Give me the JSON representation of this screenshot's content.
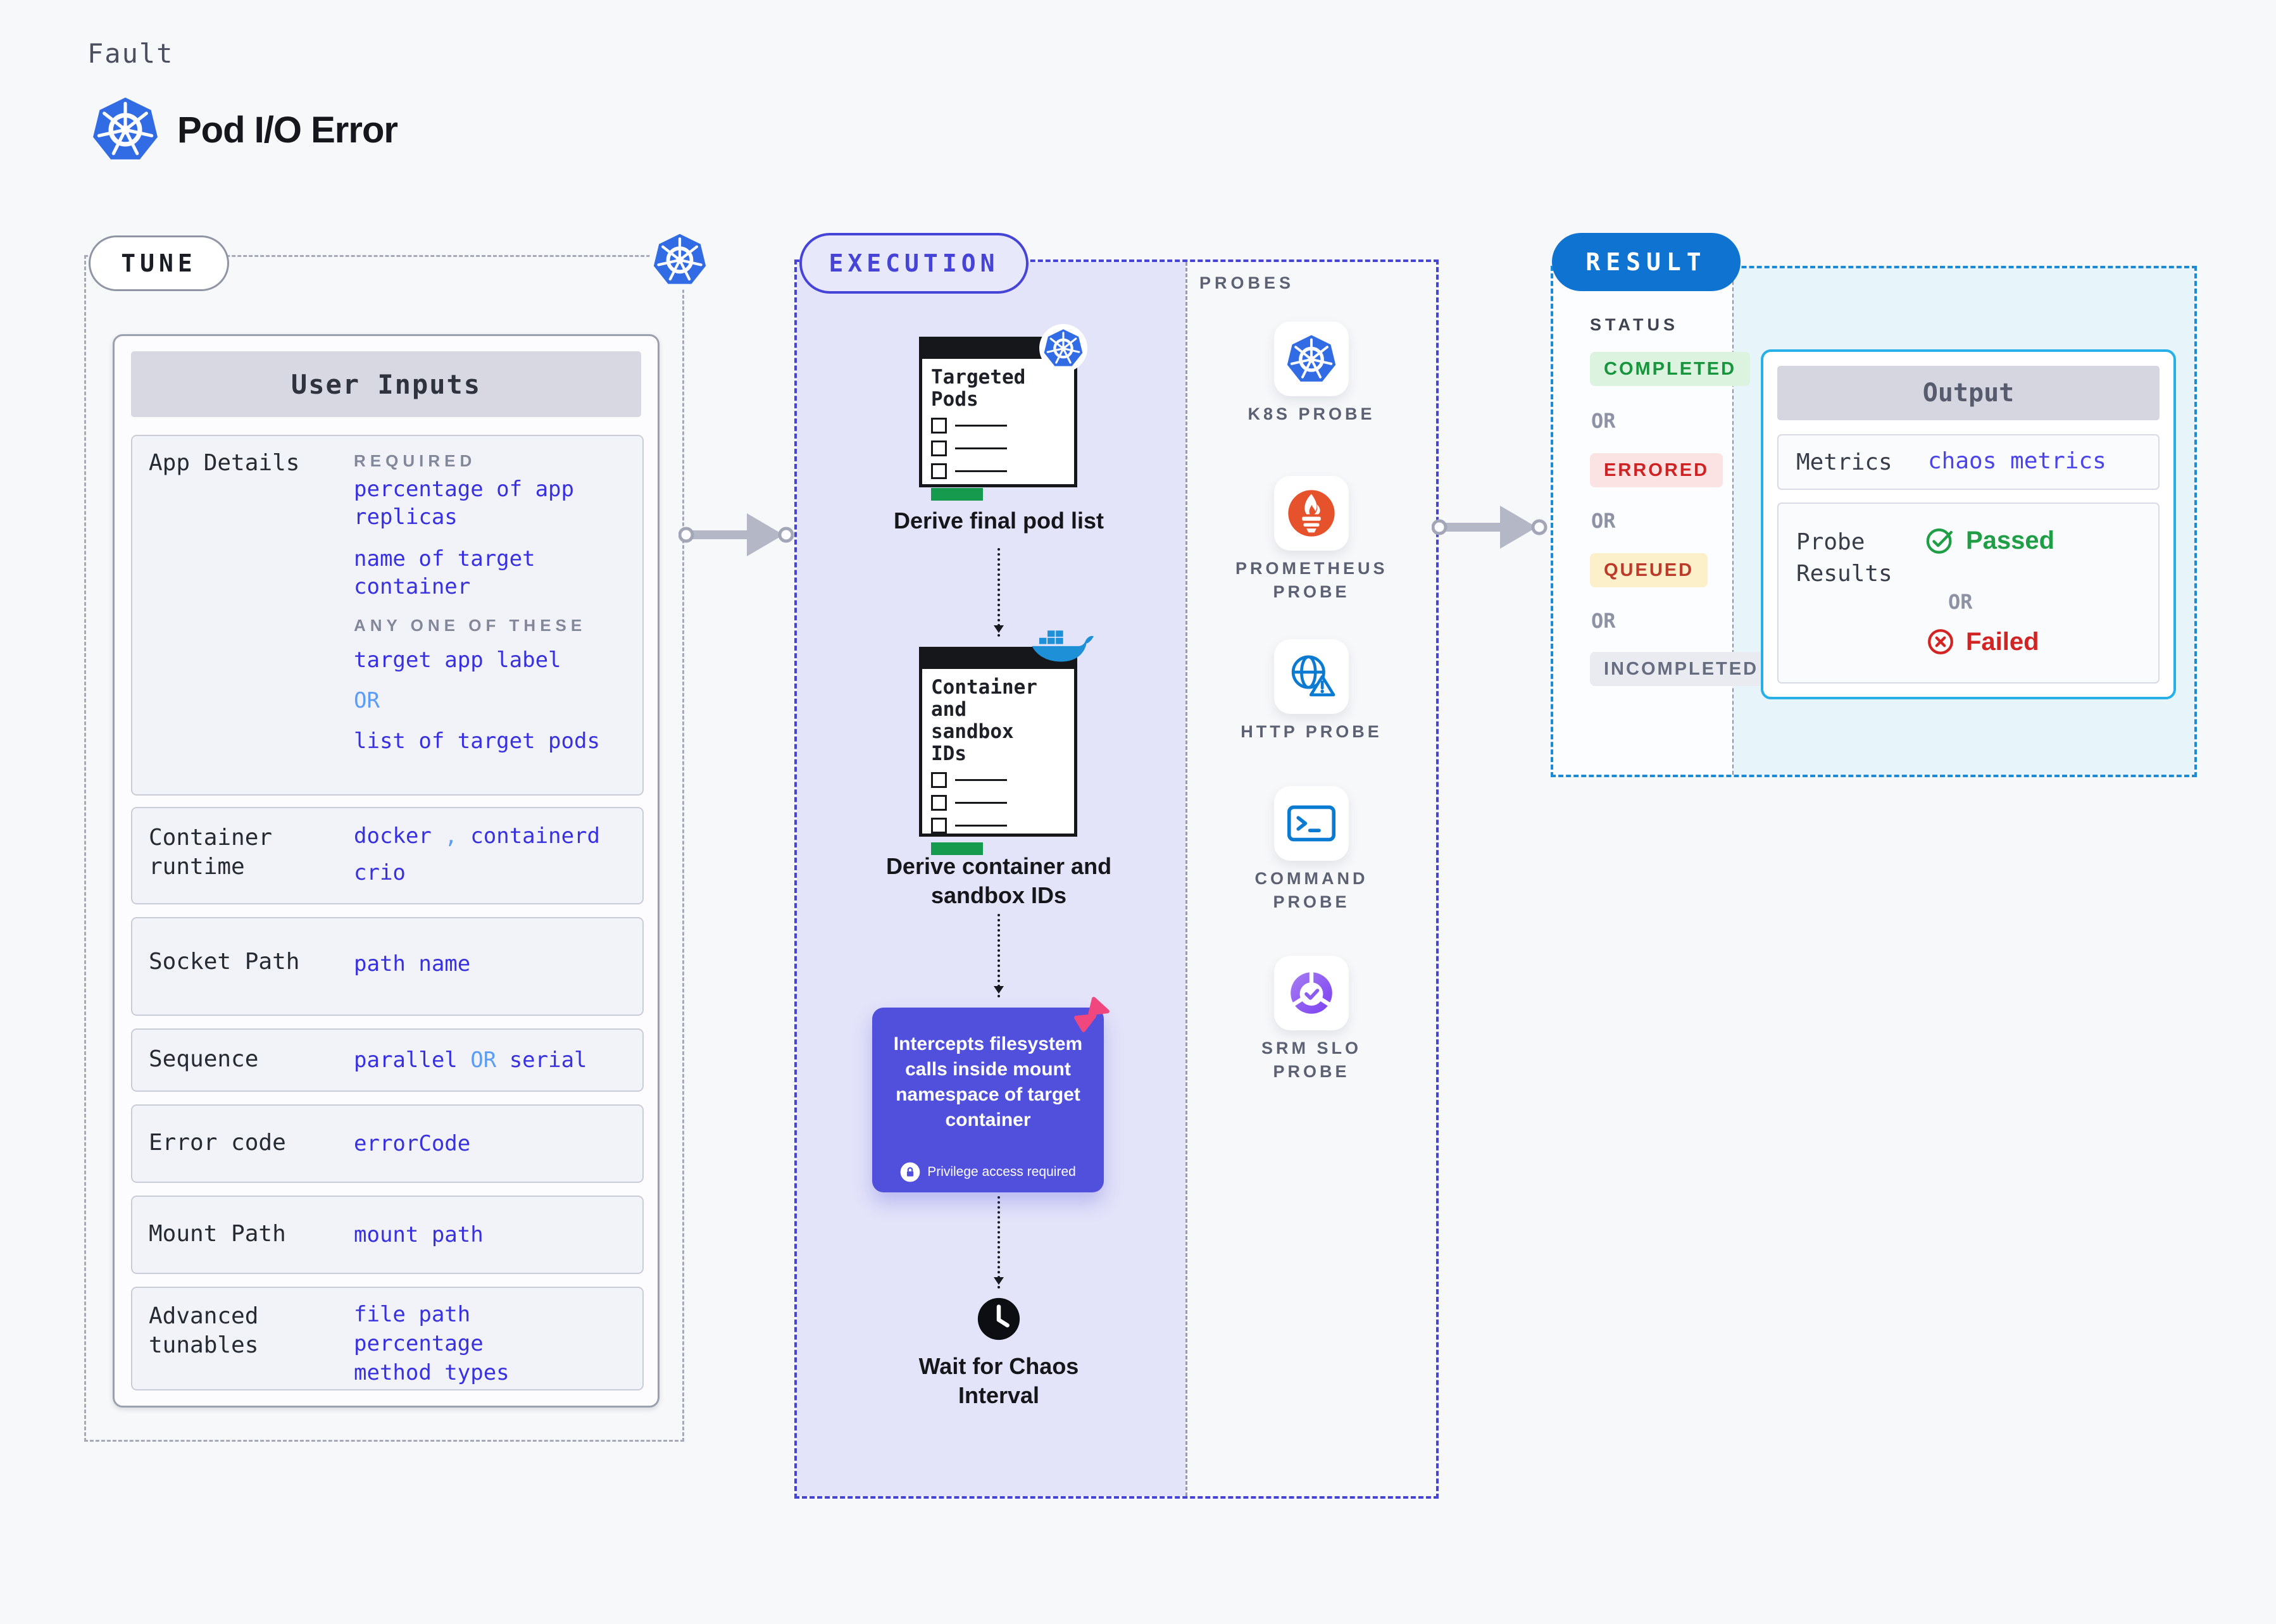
{
  "header": {
    "kicker": "Fault",
    "title": "Pod I/O Error"
  },
  "tune": {
    "label": "TUNE",
    "card_title": "User Inputs",
    "app_details": {
      "label": "App Details",
      "required_heading": "REQUIRED",
      "required_items": [
        "percentage of app replicas",
        "name of target container"
      ],
      "any_one_heading": "ANY ONE OF THESE",
      "any_one_items": [
        "target app label",
        "list of target pods"
      ],
      "or": "OR"
    },
    "container_runtime": {
      "label": "Container\nruntime",
      "values": [
        "docker",
        "containerd",
        "crio"
      ],
      "separator": ","
    },
    "socket_path": {
      "label": "Socket Path",
      "value": "path name"
    },
    "sequence": {
      "label": "Sequence",
      "value_a": "parallel",
      "or": "OR",
      "value_b": "serial"
    },
    "error_code": {
      "label": "Error code",
      "value": "errorCode"
    },
    "mount_path": {
      "label": "Mount Path",
      "value": "mount path"
    },
    "advanced_tunables": {
      "label": "Advanced\ntunables",
      "values": [
        "file path",
        "percentage",
        "method types"
      ]
    }
  },
  "execution": {
    "label": "EXECUTION",
    "step1": {
      "card_title": "Targeted Pods",
      "caption": "Derive final pod list",
      "badge_icon": "kubernetes-icon"
    },
    "step2": {
      "card_title": "Container and sandbox IDs",
      "caption": "Derive container and sandbox IDs",
      "badge_icon": "docker-icon"
    },
    "step3": {
      "text": "Intercepts filesystem calls inside mount namespace of target container",
      "note": "Privilege access required",
      "corner_icon": "chaos-arrow-icon",
      "note_icon": "lock-icon"
    },
    "step4": {
      "caption": "Wait for Chaos Interval",
      "icon": "clock-icon"
    }
  },
  "probes": {
    "title": "PROBES",
    "items": [
      {
        "icon": "kubernetes-icon",
        "label": "K8S PROBE"
      },
      {
        "icon": "prometheus-icon",
        "label": "PROMETHEUS PROBE"
      },
      {
        "icon": "http-globe-icon",
        "label": "HTTP PROBE"
      },
      {
        "icon": "terminal-icon",
        "label": "COMMAND PROBE"
      },
      {
        "icon": "slo-pie-icon",
        "label": "SRM SLO PROBE"
      }
    ]
  },
  "result": {
    "label": "RESULT",
    "status": {
      "title": "STATUS",
      "separator": "OR",
      "badges": [
        {
          "text": "COMPLETED",
          "type": "completed"
        },
        {
          "text": "ERRORED",
          "type": "errored"
        },
        {
          "text": "QUEUED",
          "type": "queued"
        },
        {
          "text": "INCOMPLETED",
          "type": "incompleted"
        }
      ]
    },
    "output": {
      "title": "Output",
      "metrics_label": "Metrics",
      "metrics_value": "chaos metrics",
      "probe_results_label": "Probe Results",
      "passed": "Passed",
      "or": "OR",
      "failed": "Failed"
    }
  },
  "colors": {
    "value_blue": "#3831e0",
    "or_blue": "#5b9cf6",
    "indigo": "#4643d7",
    "purple_box": "#5150dd",
    "result_blue": "#0f74d1",
    "cyan_border": "#27b0e8",
    "green": "#1f9e46",
    "red": "#d32424",
    "badge_green_bg": "#dcf3e0",
    "badge_red_bg": "#fbe3e3",
    "badge_yellow_bg": "#fcf0ca",
    "badge_gray_bg": "#e9ebf1",
    "k8s_blue": "#326ce5",
    "docker_blue": "#1d90d8",
    "prometheus_orange": "#e6522c",
    "pink": "#f0487e",
    "exec_fill": "#e3e3f9",
    "result_fill": "#e7f5fb",
    "doc_green_bar": "#169a4d"
  }
}
